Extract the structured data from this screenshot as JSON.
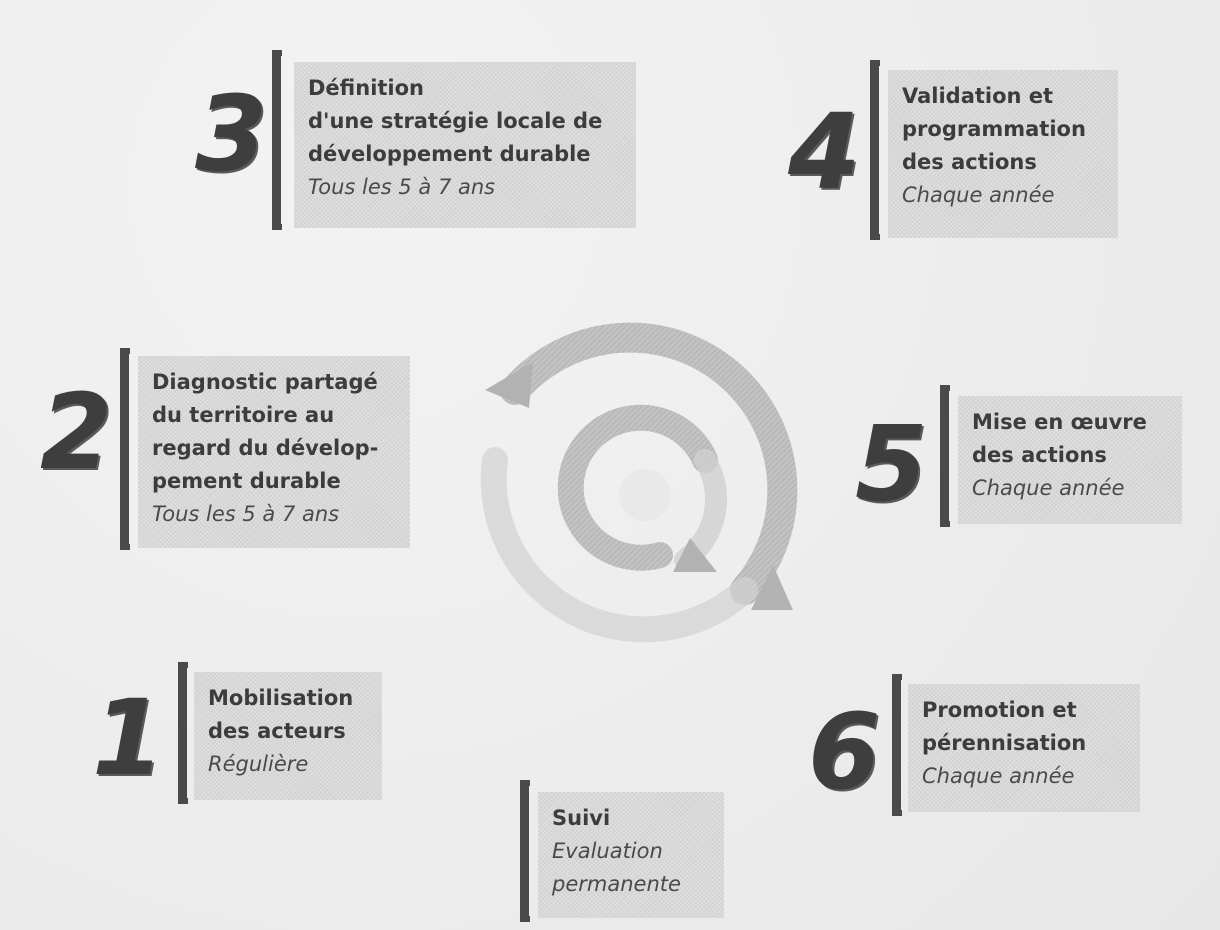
{
  "steps": [
    {
      "number": "1",
      "title": "Mobilisation\ndes acteurs",
      "frequency": "Régulière"
    },
    {
      "number": "2",
      "title": "Diagnostic partagé\ndu territoire au\nregard du dévelop-\npement durable",
      "frequency": "Tous les 5 à 7 ans"
    },
    {
      "number": "3",
      "title": "Définition\nd'une stratégie locale de\ndéveloppement durable",
      "frequency": "Tous les 5 à 7 ans"
    },
    {
      "number": "4",
      "title": "Validation et\nprogrammation\ndes actions",
      "frequency": "Chaque année"
    },
    {
      "number": "5",
      "title": "Mise en œuvre\ndes actions",
      "frequency": "Chaque année"
    },
    {
      "number": "6",
      "title": "Promotion et\npérennisation",
      "frequency": "Chaque année"
    }
  ],
  "suivi": {
    "title": "Suivi",
    "frequency": "Evaluation\npermanente"
  },
  "colors": {
    "ink": "#3e3e3e",
    "box": "#d9d9d9",
    "spiral": "#b7b7b7"
  },
  "icons": {
    "center": "spiral-arrows-icon"
  }
}
